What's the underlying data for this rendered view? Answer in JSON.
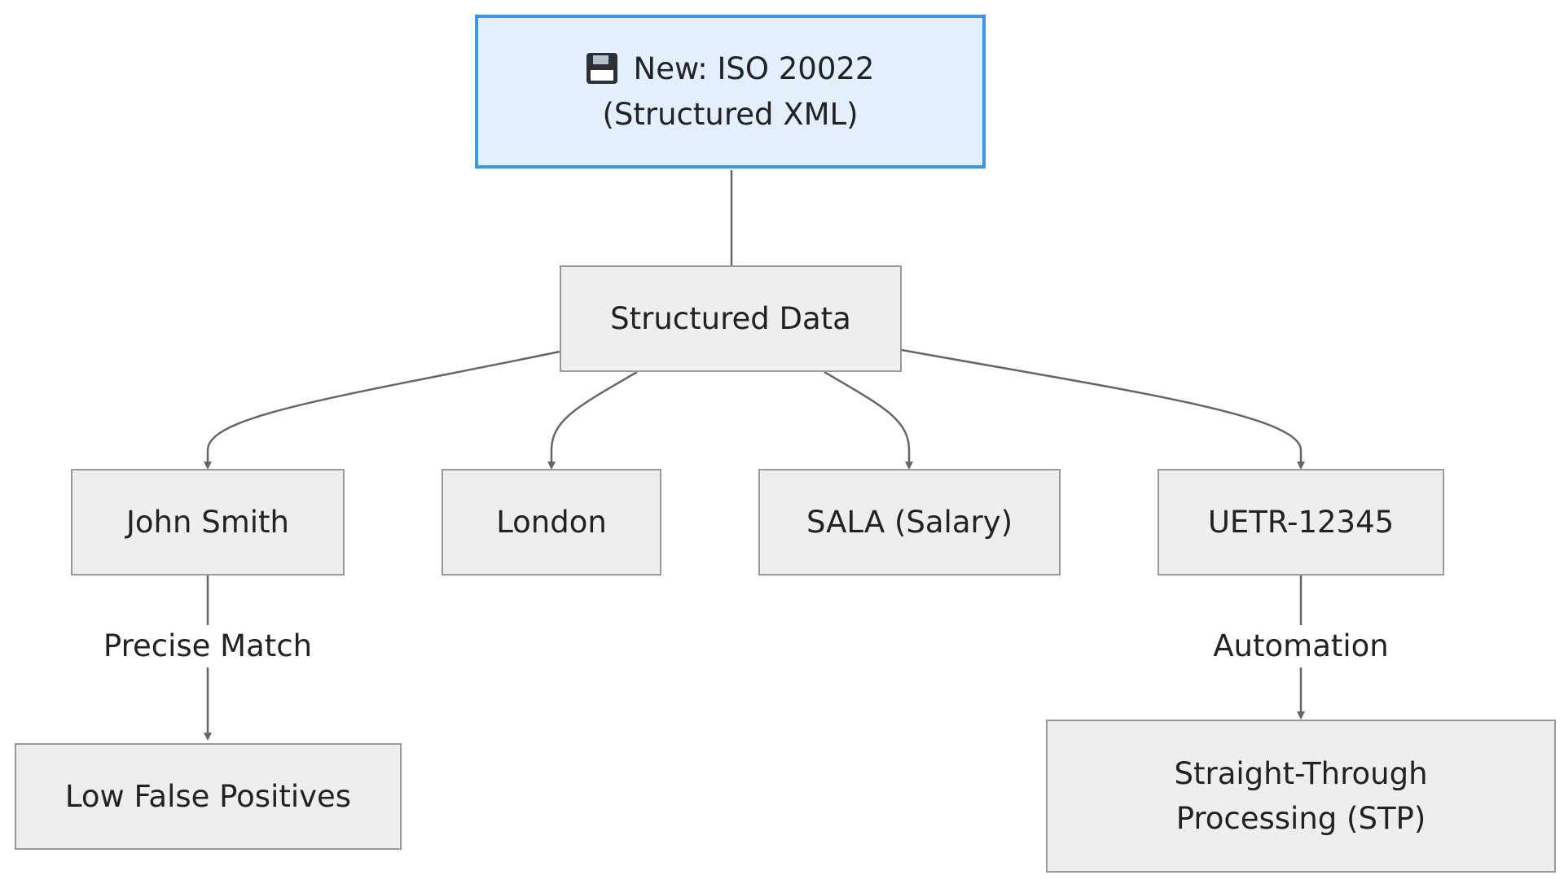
{
  "diagram": {
    "nodes": {
      "root": {
        "icon": "floppy-disk-icon",
        "line1": "New: ISO 20022",
        "line2": "(Structured XML)"
      },
      "structured": {
        "label": "Structured Data"
      },
      "john": {
        "label": "John Smith"
      },
      "london": {
        "label": "London"
      },
      "sala": {
        "label": "SALA (Salary)"
      },
      "uetr": {
        "label": "UETR-12345"
      },
      "lowfp": {
        "label": "Low False Positives"
      },
      "stp": {
        "line1": "Straight-Through",
        "line2": "Processing (STP)"
      }
    },
    "edges": [
      {
        "from": "root",
        "to": "structured",
        "label": "",
        "arrow": false
      },
      {
        "from": "structured",
        "to": "john",
        "label": "",
        "arrow": true
      },
      {
        "from": "structured",
        "to": "london",
        "label": "",
        "arrow": true
      },
      {
        "from": "structured",
        "to": "sala",
        "label": "",
        "arrow": true
      },
      {
        "from": "structured",
        "to": "uetr",
        "label": "",
        "arrow": true
      },
      {
        "from": "john",
        "to": "lowfp",
        "label": "Precise Match",
        "arrow": true
      },
      {
        "from": "uetr",
        "to": "stp",
        "label": "Automation",
        "arrow": true
      }
    ],
    "colors": {
      "root_fill": "#e3effd",
      "root_border": "#3d96e5",
      "node_fill": "#eeeeee",
      "node_border": "#999999",
      "edge": "#666666",
      "text": "#222222"
    }
  }
}
